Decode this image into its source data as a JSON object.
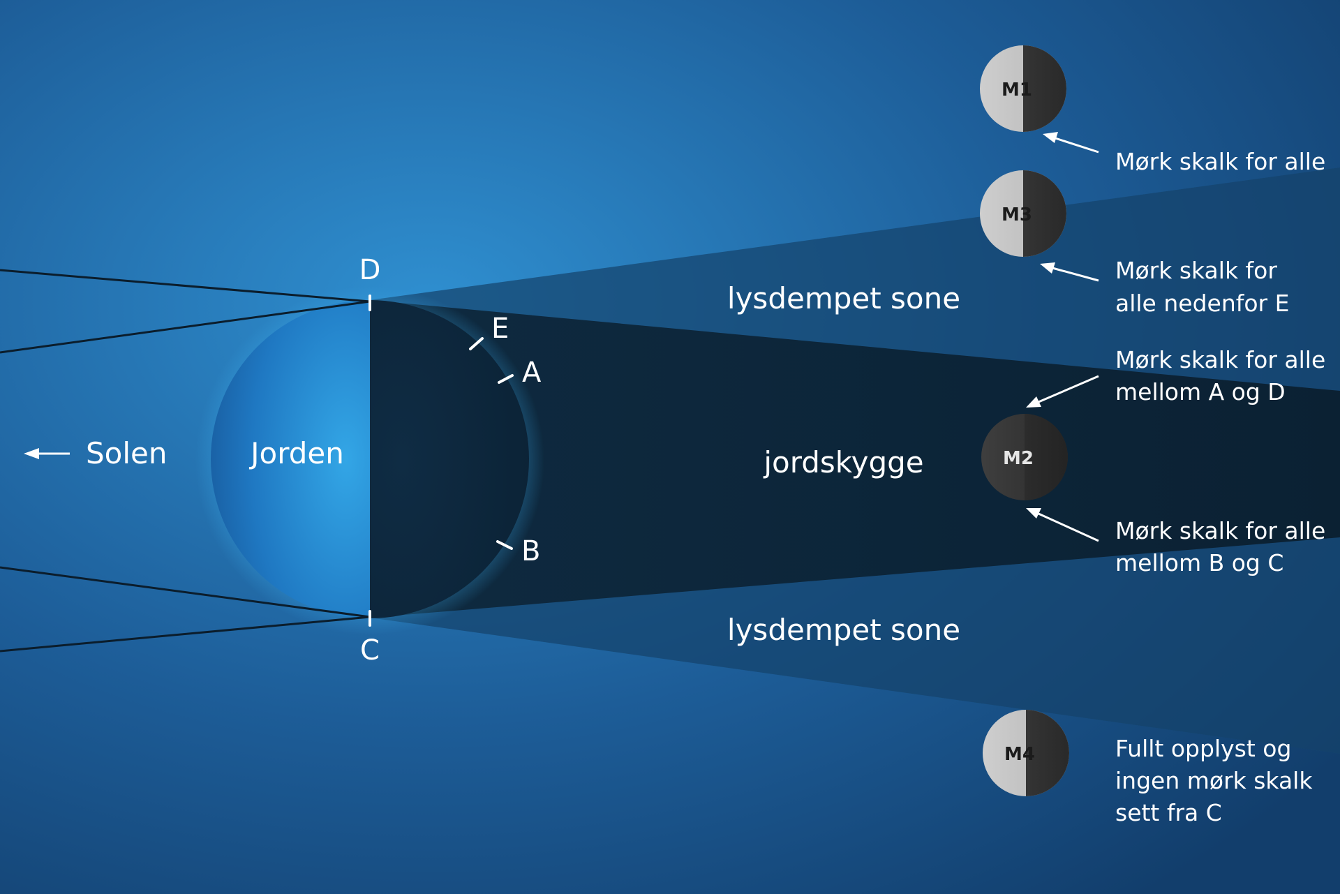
{
  "colors": {
    "background_center": "#2a86c8",
    "background_edge": "#12406e",
    "earth_lit": "#2c9ee0",
    "shadow": "#0d2436",
    "moon_light": "#c8c8c8",
    "moon_dark": "#2c2c2c",
    "text": "#ffffff"
  },
  "labels": {
    "sun": "Solen",
    "earth": "Jorden",
    "penumbra_top": "lysdempet sone",
    "umbra": "jordskygge",
    "penumbra_bottom": "lysdempet sone"
  },
  "points": {
    "d": "D",
    "c": "C",
    "e": "E",
    "a": "A",
    "b": "B"
  },
  "moons": [
    {
      "id": "m1",
      "label": "M1"
    },
    {
      "id": "m3",
      "label": "M3"
    },
    {
      "id": "m2",
      "label": "M2"
    },
    {
      "id": "m4",
      "label": "M4"
    }
  ],
  "notes": {
    "m1": [
      "Mørk skalk for alle"
    ],
    "m3": [
      "Mørk skalk for",
      "alle nedenfor E"
    ],
    "m2_top": [
      "Mørk skalk  for alle",
      "mellom A og D"
    ],
    "m2_bottom": [
      "Mørk skalk for alle",
      "mellom B og C"
    ],
    "m4": [
      "Fullt opplyst og",
      "ingen mørk skalk",
      "sett fra C"
    ]
  }
}
